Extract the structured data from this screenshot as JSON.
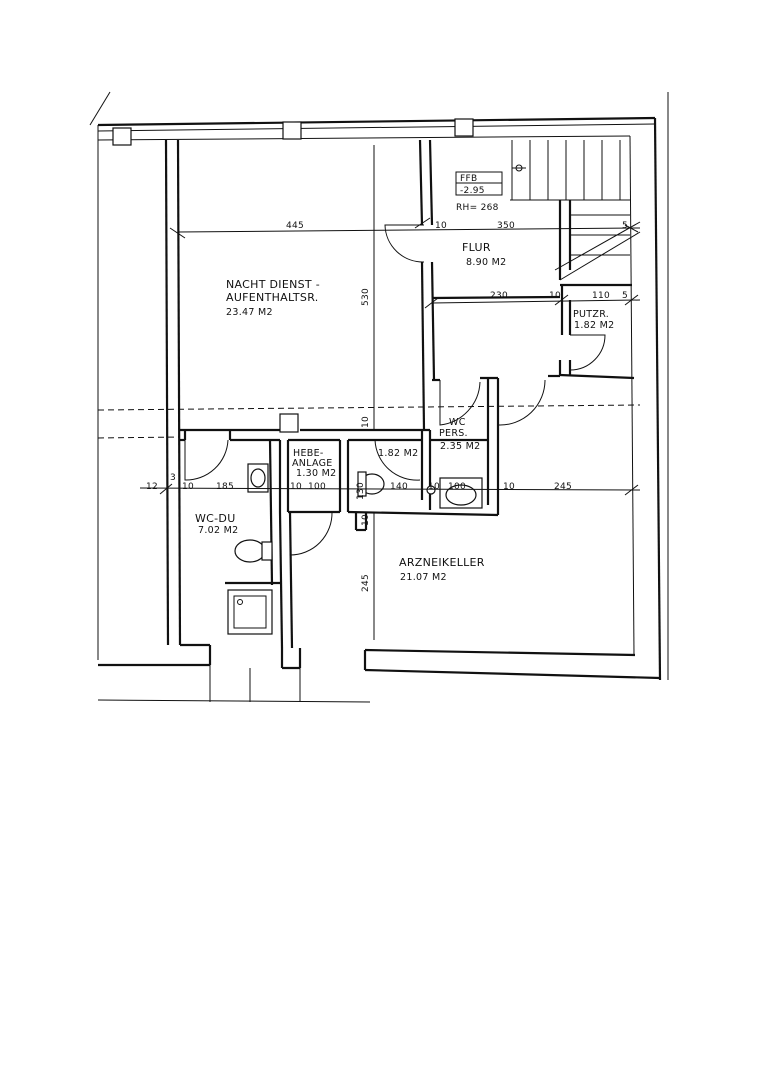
{
  "rooms": {
    "nachtdienst": {
      "line1": "NACHT DIENST -",
      "line2": "AUFENTHALTSR.",
      "area": "23.47 M2"
    },
    "flur": {
      "name": "FLUR",
      "area": "8.90 M2"
    },
    "putzr": {
      "name": "PUTZR.",
      "area": "1.82 M2"
    },
    "wc_pers": {
      "line1": "WC",
      "line2": "PERS.",
      "area": "2.35 M2"
    },
    "hebeanlage": {
      "line1": "HEBE-",
      "line2": "ANLAGE",
      "area": "1.30 M2"
    },
    "small_wc": {
      "area": "1.82 M2"
    },
    "wc_du": {
      "name": "WC-DU",
      "area": "7.02 M2"
    },
    "arzneikeller": {
      "name": "ARZNEIKELLER",
      "area": "21.07 M2"
    }
  },
  "level_box": {
    "ffb": "FFB",
    "level": "-2.95",
    "rh": "RH= 268"
  },
  "dimensions": {
    "d445": "445",
    "d350": "350",
    "d530": "530",
    "d230": "230",
    "d110": "110",
    "d5a": "5",
    "d5b": "5",
    "d10a": "10",
    "d10b": "10",
    "d10c": "10",
    "d12": "12",
    "d3": "3",
    "d10d": "10",
    "d185": "185",
    "d10e": "10",
    "d100a": "100",
    "d130": "130",
    "d140": "140",
    "d10f": "10",
    "d100b": "100",
    "d10g": "10",
    "d245a": "245",
    "d245b": "245",
    "d10h": "10"
  }
}
